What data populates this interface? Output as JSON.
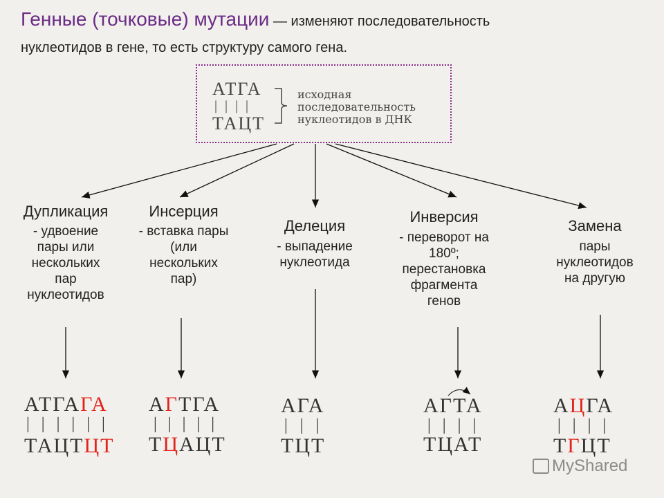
{
  "header": {
    "title_main": "Генные (точковые) мутации",
    "title_rest": " — изменяют последовательность",
    "subtitle": "нуклеотидов в гене, то есть структуру самого гена."
  },
  "source": {
    "top_strand": "АТГА",
    "bottom_strand": "ТАЦТ",
    "bars": "||||",
    "note": [
      "исходная",
      "последовательность",
      "нуклеотидов в ДНК"
    ]
  },
  "categories": [
    {
      "title": "Дупликация",
      "desc": [
        "- удвоение",
        "пары или",
        "нескольких",
        "пар",
        "нуклеотидов"
      ]
    },
    {
      "title": "Инсерция",
      "desc": [
        "- вставка пары",
        "(или",
        "нескольких",
        "пар)"
      ]
    },
    {
      "title": "Делеция",
      "desc": [
        "- выпадение",
        "нуклеотида"
      ]
    },
    {
      "title": "Инверсия",
      "desc": [
        "- переворот на",
        "180º;",
        "перестановка",
        "фрагмента",
        "генов"
      ]
    },
    {
      "title": "Замена",
      "desc": [
        "пары",
        "нуклеотидов",
        "на другую"
      ]
    }
  ],
  "results": {
    "duplication": {
      "top_black": "АТГА",
      "top_red": "ГА",
      "bars": "||||||",
      "bottom_black": "ТАЦТ",
      "bottom_red": "ЦТ"
    },
    "insertion": {
      "top_a": "А",
      "top_red": "Г",
      "top_b": "ТГА",
      "bars": "|||||",
      "bottom_a": "Т",
      "bottom_red": "Ц",
      "bottom_b": "АЦТ"
    },
    "deletion": {
      "top": "АГА",
      "bars": "|||",
      "bottom": "ТЦТ"
    },
    "inversion": {
      "top": "АГТА",
      "bars": "||||",
      "bottom": "ТЦАТ"
    },
    "substitution": {
      "top_a": "А",
      "top_red": "Ц",
      "top_b": "ГА",
      "bars": "||||",
      "bottom_a": "Т",
      "bottom_red": "Г",
      "bottom_b": "ЦТ"
    }
  },
  "watermark": "MyShared",
  "colors": {
    "title": "#6b2c86",
    "box_border": "#8b2d8b",
    "highlight": "#e2231a"
  }
}
